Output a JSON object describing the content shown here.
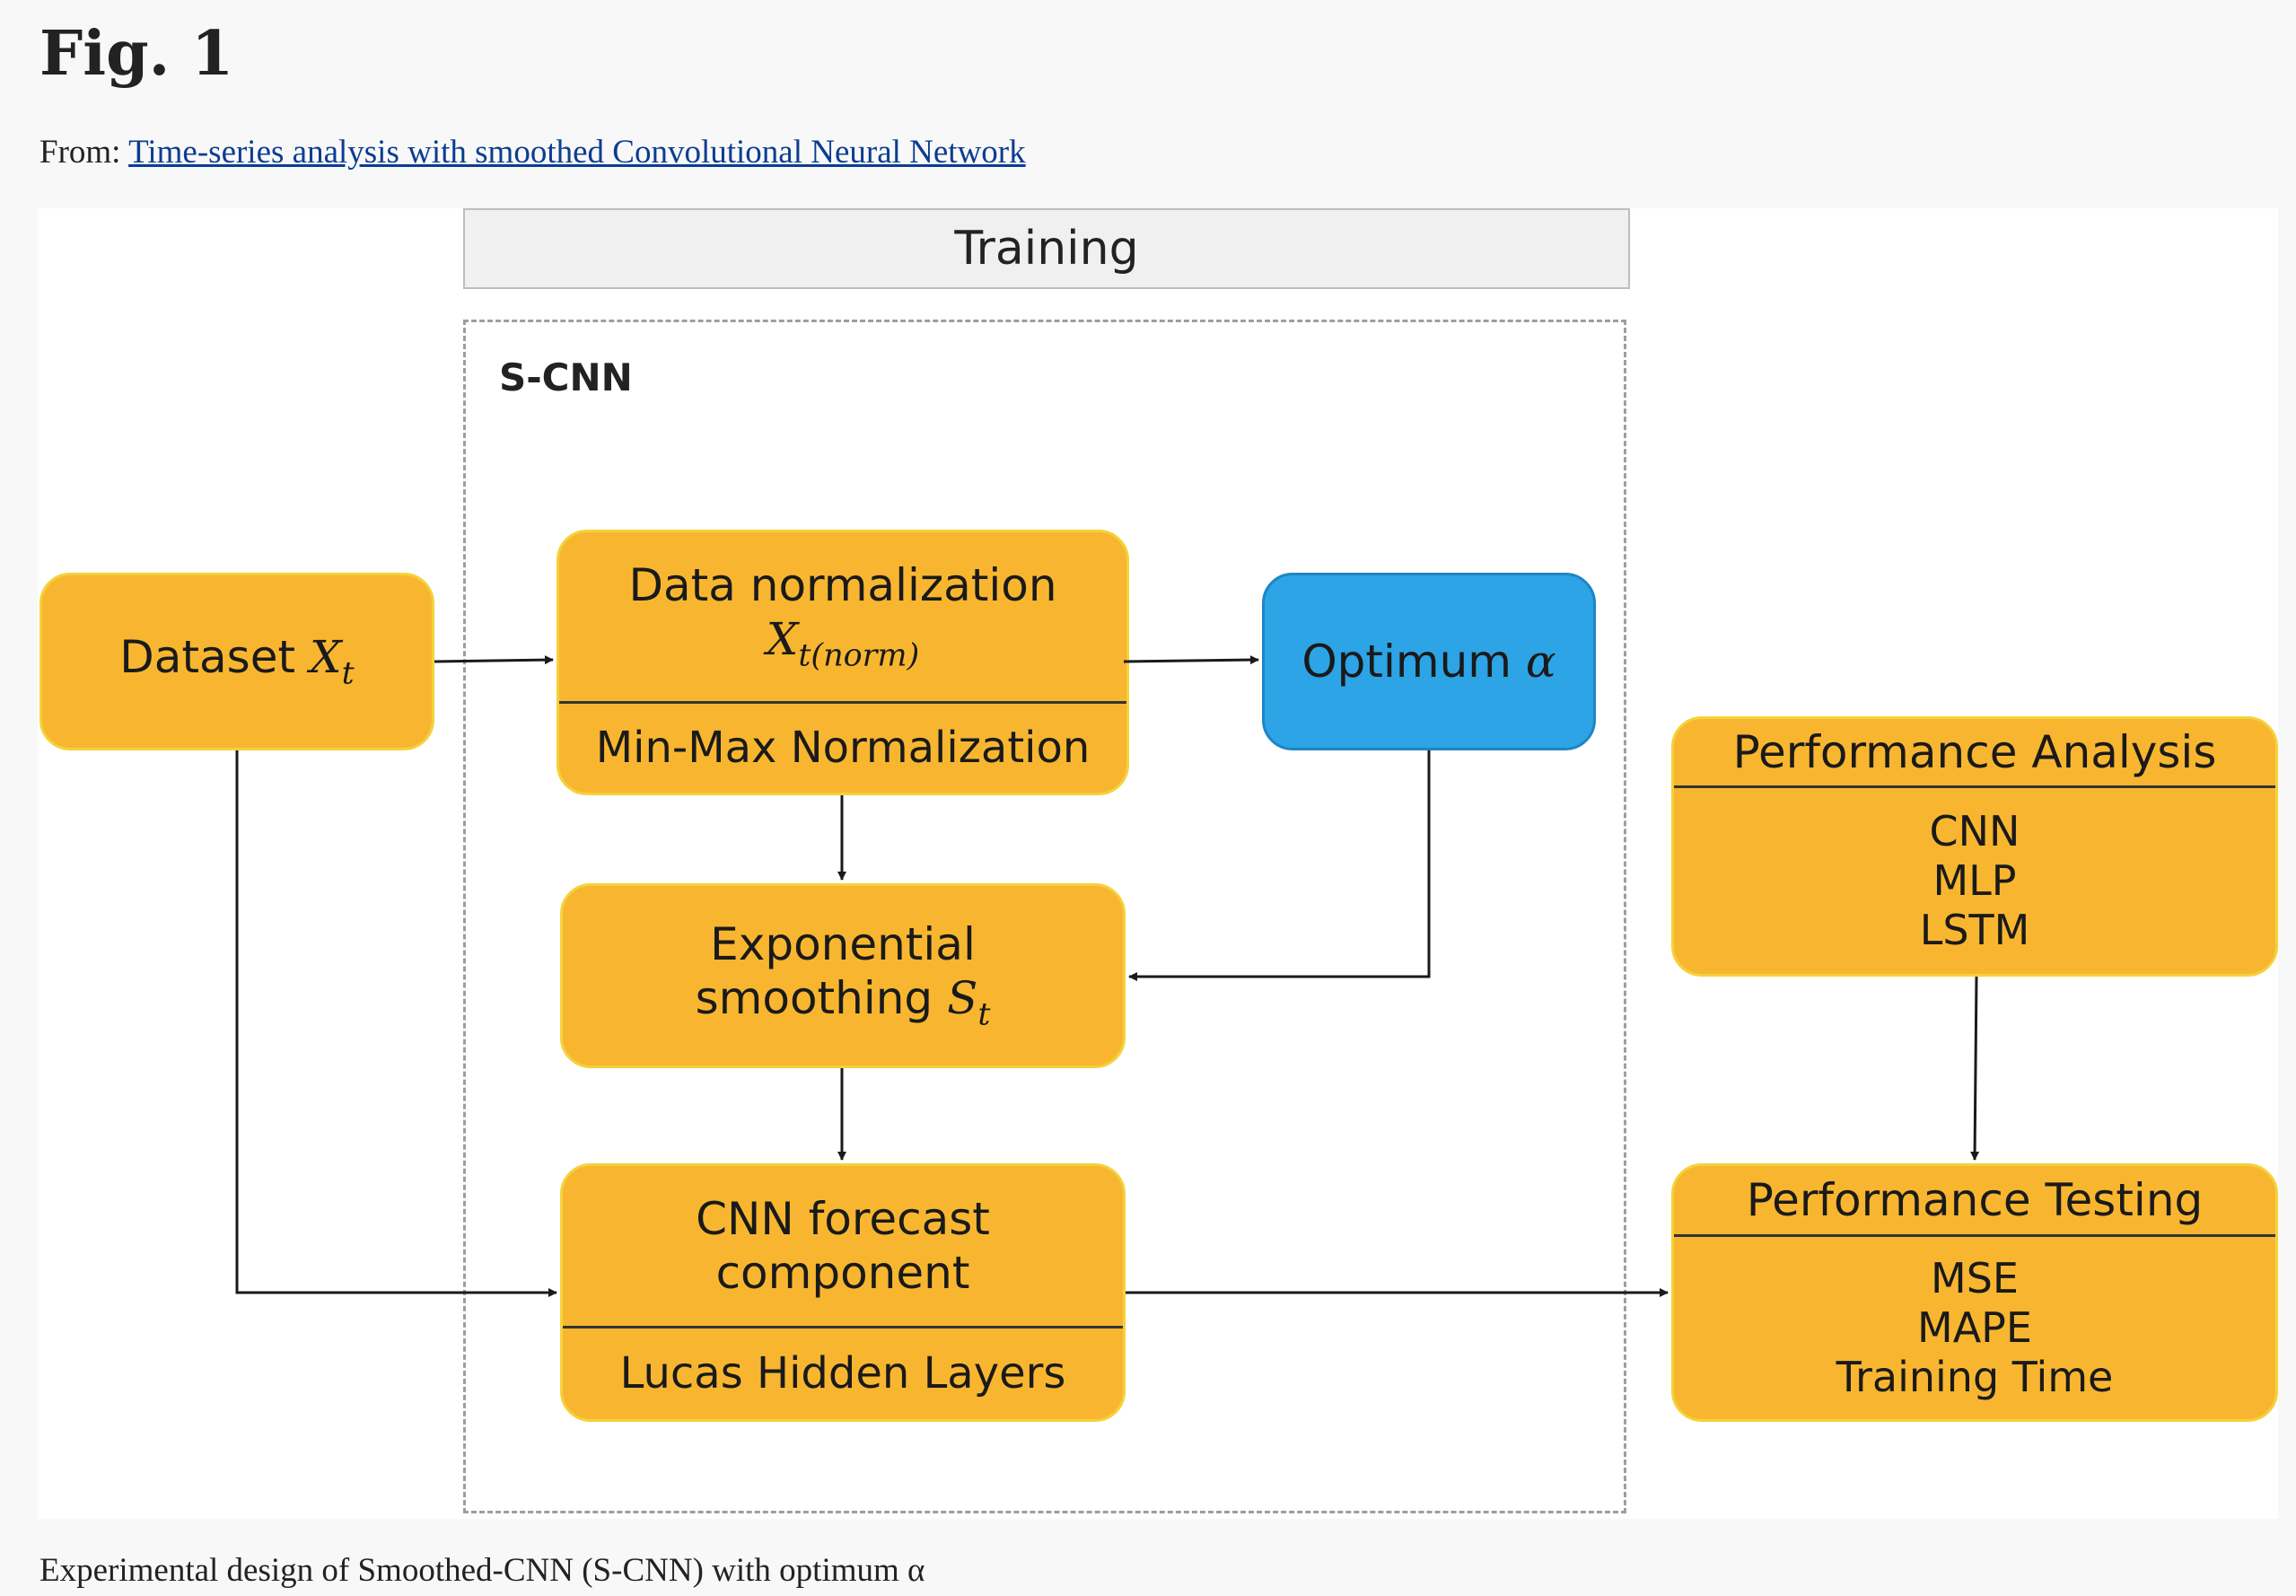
{
  "figure": {
    "title": "Fig. 1",
    "from_label": "From:",
    "source_link": "Time-series analysis with smoothed Convolutional Neural Network",
    "caption": "Experimental design of Smoothed-CNN (S-CNN) with optimum α"
  },
  "diagram": {
    "training_header": "Training",
    "scnn_label": "S-CNN",
    "dataset": {
      "text": "Dataset",
      "symbol": "X",
      "subscript": "t"
    },
    "normalization": {
      "title": "Data normalization",
      "symbol": "X",
      "subscript": "t(norm)",
      "method": "Min-Max Normalization"
    },
    "optimum": {
      "text": "Optimum",
      "symbol": "α"
    },
    "smoothing": {
      "line1": "Exponential",
      "line2": "smoothing",
      "symbol": "S",
      "subscript": "t"
    },
    "forecast": {
      "line1": "CNN forecast",
      "line2": "component",
      "method": "Lucas Hidden Layers"
    },
    "performance_analysis": {
      "title": "Performance Analysis",
      "items": [
        "CNN",
        "MLP",
        "LSTM"
      ]
    },
    "performance_testing": {
      "title": "Performance Testing",
      "items": [
        "MSE",
        "MAPE",
        "Training Time"
      ]
    }
  },
  "colors": {
    "box_fill": "#f8b630",
    "box_border": "#f4d23a",
    "optimum_fill": "#2ca4e6",
    "link": "#0b3d91"
  }
}
